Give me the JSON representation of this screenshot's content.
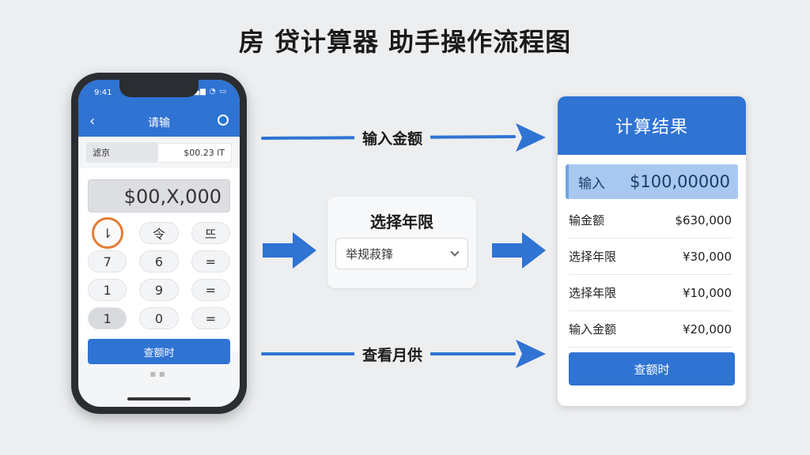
{
  "title": "房 贷计算器 助手操作流程图",
  "phone": {
    "status_time": "9:41",
    "status_icons": "▂▄▆ ◔ ▭",
    "back_icon": "chevron-left-icon",
    "header_title": "请输",
    "field_label": "滤京",
    "field_value": "$00.23 lT",
    "display_value": "$00,X,000",
    "keys": [
      "⇂",
      "令",
      "뜨",
      "7",
      "6",
      "=",
      "1",
      "9",
      "=",
      "1",
      "0",
      "="
    ],
    "button_label": "查额时"
  },
  "flow": {
    "top_label": "输入金额",
    "bottom_label": "查看月供"
  },
  "middle": {
    "title": "选择年限",
    "select_value": "举规菽箨"
  },
  "result": {
    "header": "计算结果",
    "input_label": "输入",
    "input_value": "$100,00000",
    "rows": [
      {
        "label": "输金额",
        "value": "$630,000"
      },
      {
        "label": "选择年限",
        "value": "¥30,000"
      },
      {
        "label": "选择年限",
        "value": "¥10,000"
      },
      {
        "label": "输入金额",
        "value": "¥20,000"
      }
    ],
    "button_label": "查额时"
  },
  "colors": {
    "primary": "#2f73d3",
    "highlight_ring": "#e57c33",
    "background": "#eceef0"
  }
}
